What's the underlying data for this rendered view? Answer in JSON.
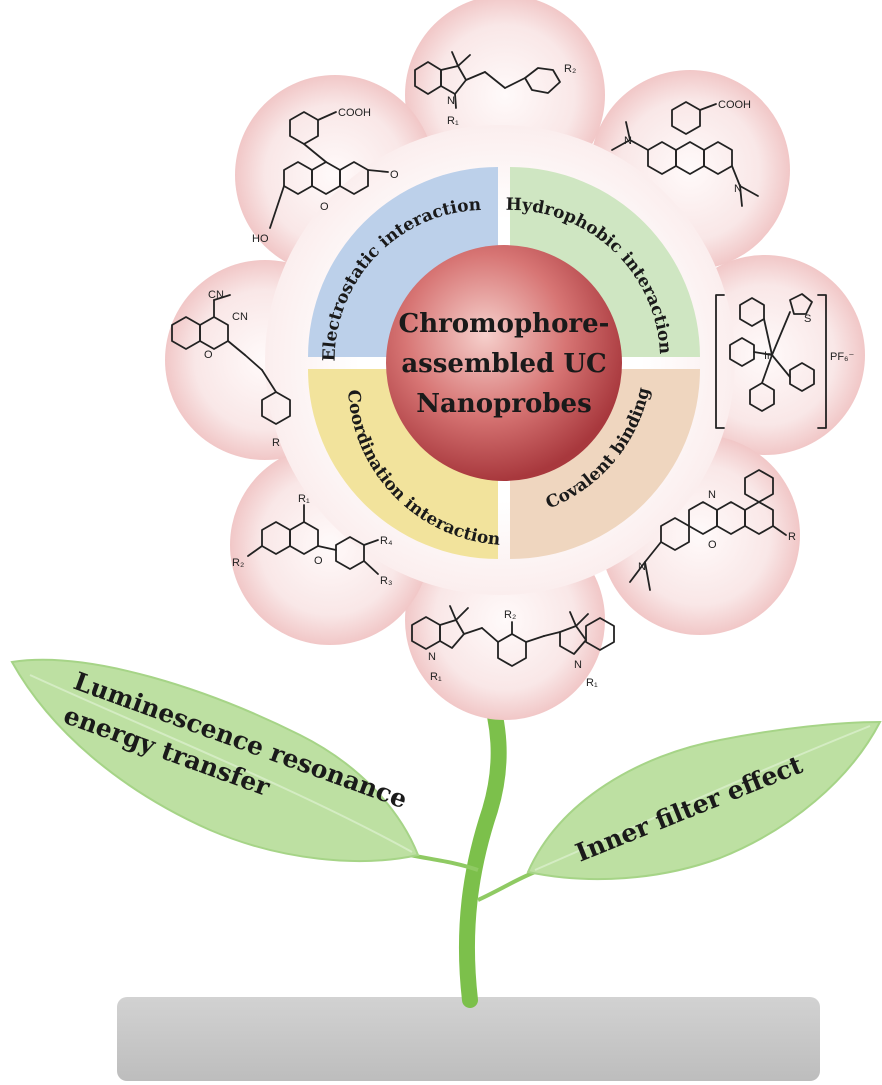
{
  "center": {
    "line1": "Chromophore-",
    "line2": "assembled UC",
    "line3": "Nanoprobes"
  },
  "quadrants": [
    {
      "label": "Electrostatic interaction",
      "color": "#bcd0ea"
    },
    {
      "label": "Hydrophobic interaction",
      "color": "#cfe6c2"
    },
    {
      "label": "Covalent binding",
      "color": "#efd6bf"
    },
    {
      "label": "Coordination interaction",
      "color": "#f2e39c"
    }
  ],
  "leaves": [
    {
      "line1": "Luminescence resonance",
      "line2": "energy transfer"
    },
    {
      "line1": "Inner filter effect"
    }
  ],
  "molecule_labels": {
    "cooh": "COOH",
    "ho": "HO",
    "o": "O",
    "n": "N",
    "r": "R",
    "r1": "R₁",
    "r2": "R₂",
    "r3": "R₃",
    "r4": "R₄",
    "cn": "CN",
    "pf6": "PF₆⁻",
    "ir": "Ir",
    "s": "S"
  },
  "colors": {
    "petal": "#f6d8d8",
    "center": "#c5545a",
    "leaf": "#bde0a2",
    "stem": "#7cc04b",
    "pot": "#c9c9c9",
    "text": "#1a1a1a"
  }
}
